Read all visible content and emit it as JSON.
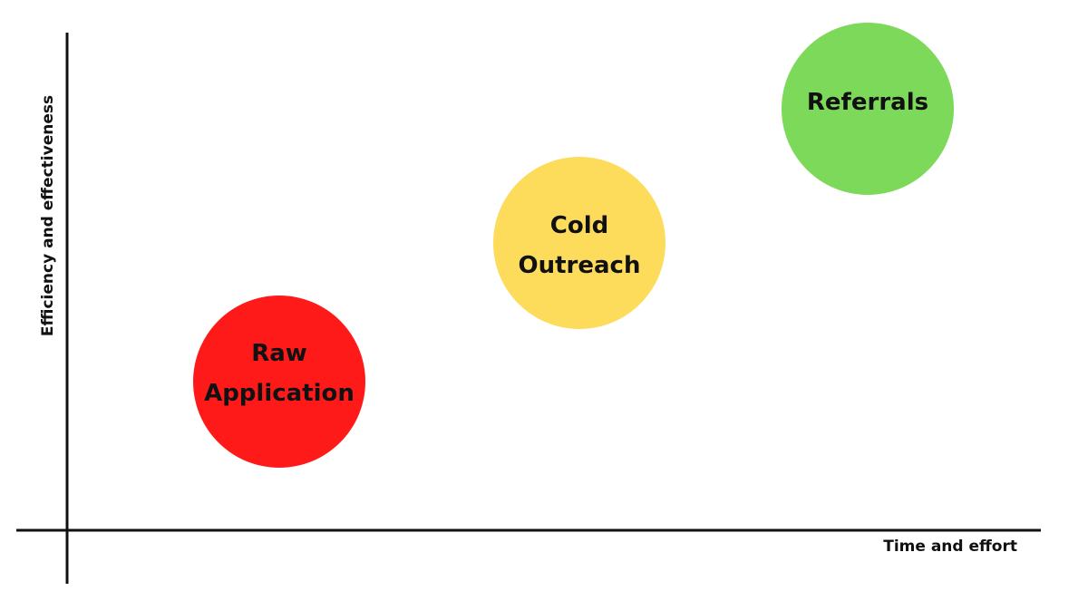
{
  "diagram": {
    "y_axis_label": "Efficiency and effectiveness",
    "x_axis_label": "Time and effort",
    "bubbles": [
      {
        "line1": "Raw",
        "line2": "Application",
        "color": "#ff1a1a"
      },
      {
        "line1": "Cold",
        "line2": "Outreach",
        "color": "#fddc5c"
      },
      {
        "line1": "Referrals",
        "line2": "",
        "color": "#7dd95a"
      }
    ],
    "axis_color": "#111111"
  }
}
